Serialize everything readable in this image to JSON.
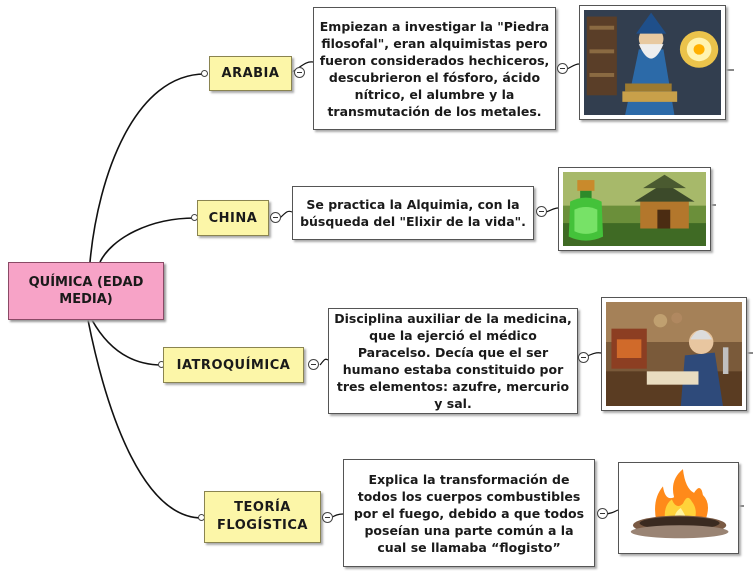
{
  "root": {
    "label": "QUÍMICA (EDAD MEDIA)"
  },
  "branches": [
    {
      "topic": "ARABIA",
      "description": "Empiezan a investigar la \"Piedra filosofal\", eran alquimistas pero fueron considerados hechiceros, descubrieron el fósforo, ácido nítrico, el alumbre y la transmutación de los metales.",
      "image": "alchemist-wizard-illustration"
    },
    {
      "topic": "CHINA",
      "description": "Se practica la Alquimia, con la búsqueda del \"Elixir de la vida\".",
      "image": "green-elixir-bottle-and-pagoda"
    },
    {
      "topic": "IATROQUÍMICA",
      "description": "Disciplina auxiliar de la medicina, que la ejerció el médico Paracelso. Decía que el ser humano estaba constituido por tres elementos: azufre, mercurio y sal.",
      "image": "paracelsus-in-laboratory"
    },
    {
      "topic": "TEORÍA FLOGÍSTICA",
      "description": "Explica la transformación de todos los cuerpos combustibles por el fuego, debido a que todos  poseían una parte común a la cual se llamaba “flogisto”",
      "image": "fire-pit-flames"
    }
  ],
  "colors": {
    "root_fill": "#f7a3c7",
    "topic_fill": "#fcf6a8",
    "connector": "#111111"
  }
}
